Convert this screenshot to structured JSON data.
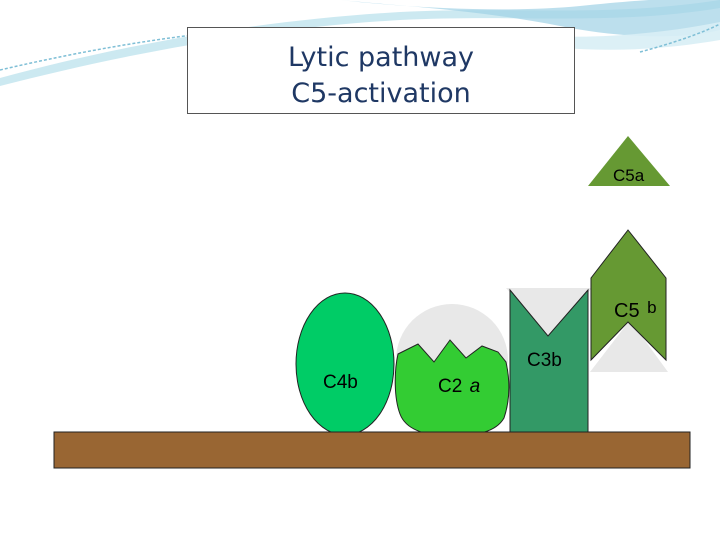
{
  "title": {
    "line1": "Lytic pathway",
    "line2": "C5-activation"
  },
  "labels": {
    "c5a": "C5a",
    "c5b_main": "C5",
    "c5b_sub": "b",
    "c4b": "C4b",
    "c2a_main": "C2",
    "c2a_sub": "a",
    "c3b": "C3b"
  },
  "colors": {
    "c4b": "#00cc66",
    "c2a": "#33cc33",
    "c3b": "#339966",
    "c5": "#669933",
    "membrane": "#996633",
    "gray": "#e8e8e8"
  }
}
